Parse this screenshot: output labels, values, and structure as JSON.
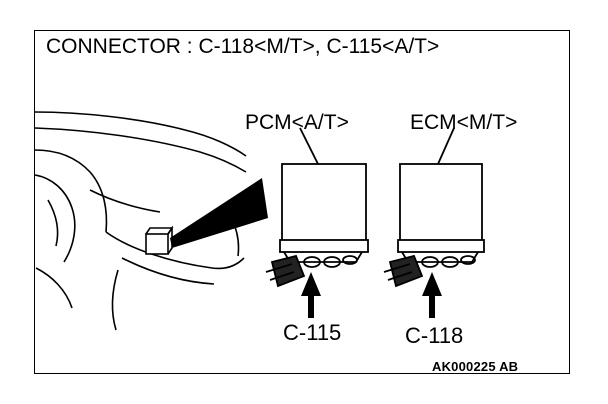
{
  "title": "CONNECTOR : C-118<M/T>, C-115<A/T>",
  "modules": {
    "pcm_label": "PCM<A/T>",
    "ecm_label": "ECM<M/T>"
  },
  "connectors": {
    "c115_label": "C-115",
    "c118_label": "C-118"
  },
  "figure_code": "AK000225 AB",
  "icons": [
    "dashboard-illustration",
    "pcm-module-icon",
    "ecm-module-icon",
    "arrow-up-icon"
  ],
  "colors": {
    "line": "#000000",
    "background": "#ffffff"
  }
}
